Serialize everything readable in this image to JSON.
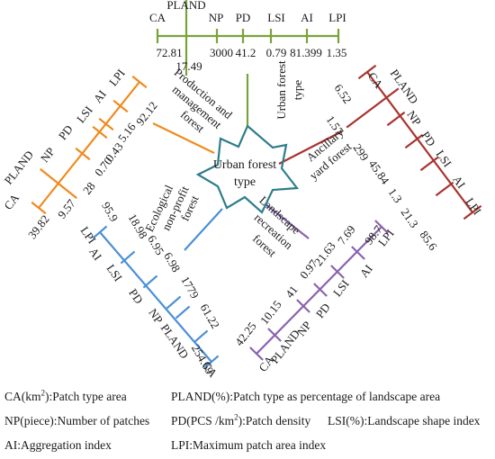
{
  "center": {
    "label_line1": "Urban forest",
    "label_line2": "type"
  },
  "colors": {
    "production": "#f08a1e",
    "urban_forest_type": "#7aa23a",
    "ancillary": "#a8332f",
    "landscape": "#8a62b0",
    "ecological": "#4a8fd6",
    "pentagon": "#2e7d8c"
  },
  "branches": {
    "urban_forest_type": {
      "label_line1": "Urban forest",
      "label_line2": "type",
      "metrics": [
        {
          "name": "CA",
          "value": "72.81"
        },
        {
          "name": "PLAND",
          "value": "17.49"
        },
        {
          "name": "NP",
          "value": "3000"
        },
        {
          "name": "PD",
          "value": "41.2"
        },
        {
          "name": "LSI",
          "value": "0.79"
        },
        {
          "name": "AI",
          "value": "81.399"
        },
        {
          "name": "LPI",
          "value": "1.35"
        }
      ]
    },
    "production": {
      "label_line1": "Production and",
      "label_line2": "management",
      "label_line3": "forest",
      "metrics": [
        {
          "name": "CA",
          "value": "39.82"
        },
        {
          "name": "PLAND",
          "value": "9.57"
        },
        {
          "name": "NP",
          "value": "28"
        },
        {
          "name": "PD",
          "value": "0.70"
        },
        {
          "name": "LSI",
          "value": "0.43"
        },
        {
          "name": "AI",
          "value": "5.16"
        },
        {
          "name": "LPI",
          "value": "92.12"
        }
      ]
    },
    "ancillary": {
      "label_line1": "Ancillary",
      "label_line2": "yard forest",
      "metrics": [
        {
          "name": "CA",
          "value": "6.52"
        },
        {
          "name": "PLAND",
          "value": "1.57"
        },
        {
          "name": "NP",
          "value": "299"
        },
        {
          "name": "PD",
          "value": "45.84"
        },
        {
          "name": "LSI",
          "value": "1.3"
        },
        {
          "name": "AI",
          "value": "21.3"
        },
        {
          "name": "LPI",
          "value": "85.6"
        }
      ]
    },
    "landscape": {
      "label_line1": "Landscape",
      "label_line2": "recreation",
      "label_line3": "forest",
      "metrics": [
        {
          "name": "CA",
          "value": "42.25"
        },
        {
          "name": "PLAND",
          "value": "10.15"
        },
        {
          "name": "NP",
          "value": "41"
        },
        {
          "name": "PD",
          "value": "0.97"
        },
        {
          "name": "LSI",
          "value": "21.63"
        },
        {
          "name": "AI",
          "value": "7.69"
        },
        {
          "name": "LPI",
          "value": "98.7"
        }
      ]
    },
    "ecological": {
      "label_line1": "Ecological",
      "label_line2": "non-profit",
      "label_line3": "forest",
      "metrics": [
        {
          "name": "CA",
          "value": "254.69"
        },
        {
          "name": "PLAND",
          "value": "61.22"
        },
        {
          "name": "NP",
          "value": "1779"
        },
        {
          "name": "PD",
          "value": "6.98"
        },
        {
          "name": "LSI",
          "value": "6.95"
        },
        {
          "name": "AI",
          "value": "18.98"
        },
        {
          "name": "LPI",
          "value": "95.9"
        }
      ]
    }
  },
  "legend": {
    "ca_prefix": "CA(km",
    "ca_sup": "2",
    "ca_suffix": "):Patch type area",
    "pland": "PLAND(%):Patch type as percentage of landscape area",
    "np": "NP(piece):Number of patches",
    "pd_prefix": "PD(PCS /km",
    "pd_sup": "2",
    "pd_suffix": "):Patch density",
    "lsi": "LSI(%):Landscape shape index",
    "ai": "AI:Aggregation index",
    "lpi": "LPI:Maximum patch area index"
  }
}
